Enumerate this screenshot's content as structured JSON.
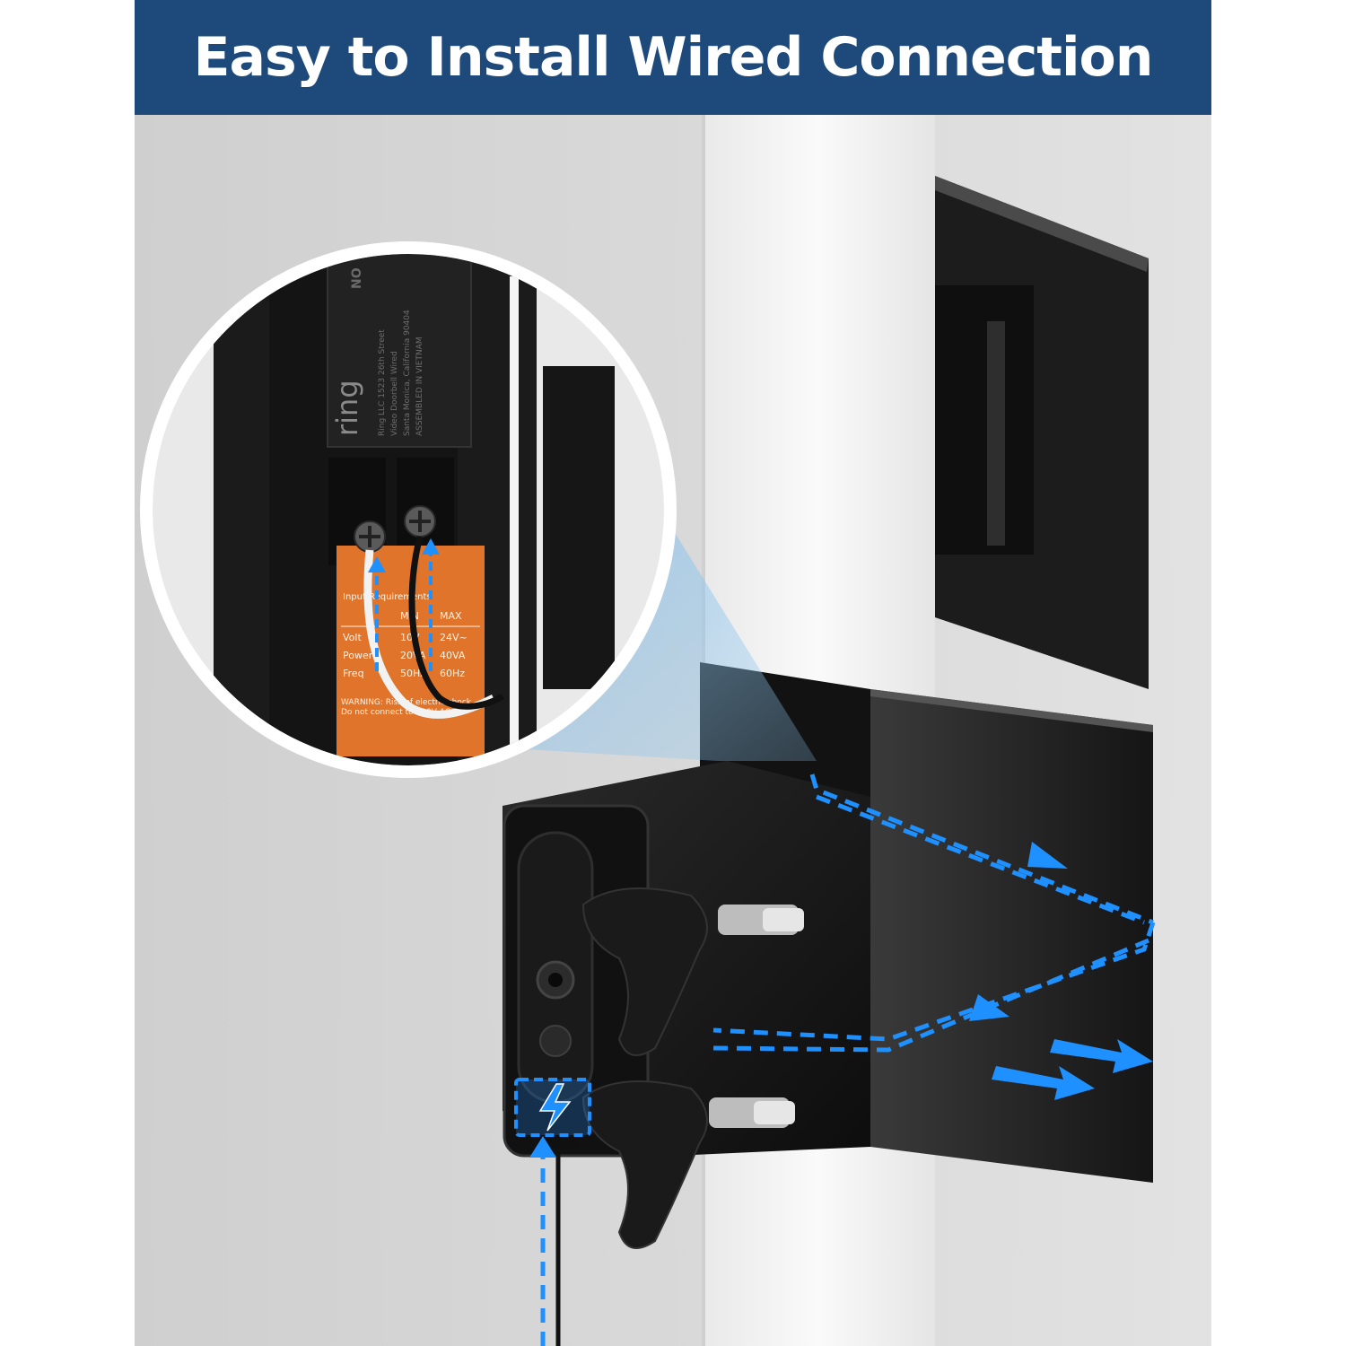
{
  "banner": {
    "title": "Easy to Install Wired Connection"
  },
  "colors": {
    "banner_bg": "#1e4a7b",
    "banner_text": "#ffffff",
    "wall": "#d9d9d9",
    "post": "#f3f3f3",
    "bracket": "#1a1a1a",
    "guide_arrow": "#1e90ff",
    "label": "#e0742a"
  },
  "zoom_inset": {
    "brand_text": "ring",
    "label_lines": [
      "Ring LLC 1523 26th Street",
      "Video Doorbell Wired",
      "Santa Monica, California 90404",
      "ASSEMBLED IN VIETNAM"
    ],
    "side_text": "NO",
    "warning_label": {
      "heading": "Input Requirements",
      "col_min": "MIN",
      "col_max": "MAX",
      "row1_label": "Volt",
      "row1_min": "10V",
      "row1_max": "24V~",
      "row2_label": "Power",
      "row2_min": "20VA",
      "row2_max": "40VA",
      "row3_label": "Freq",
      "row3_min": "50Hz",
      "row3_max": "60Hz",
      "warning_text": "WARNING: Risk of electric shock. Do not connect to 120V AC"
    }
  },
  "icons": {
    "power": "lightning-bolt-icon",
    "arrows": "dashed-arrow-icon"
  }
}
